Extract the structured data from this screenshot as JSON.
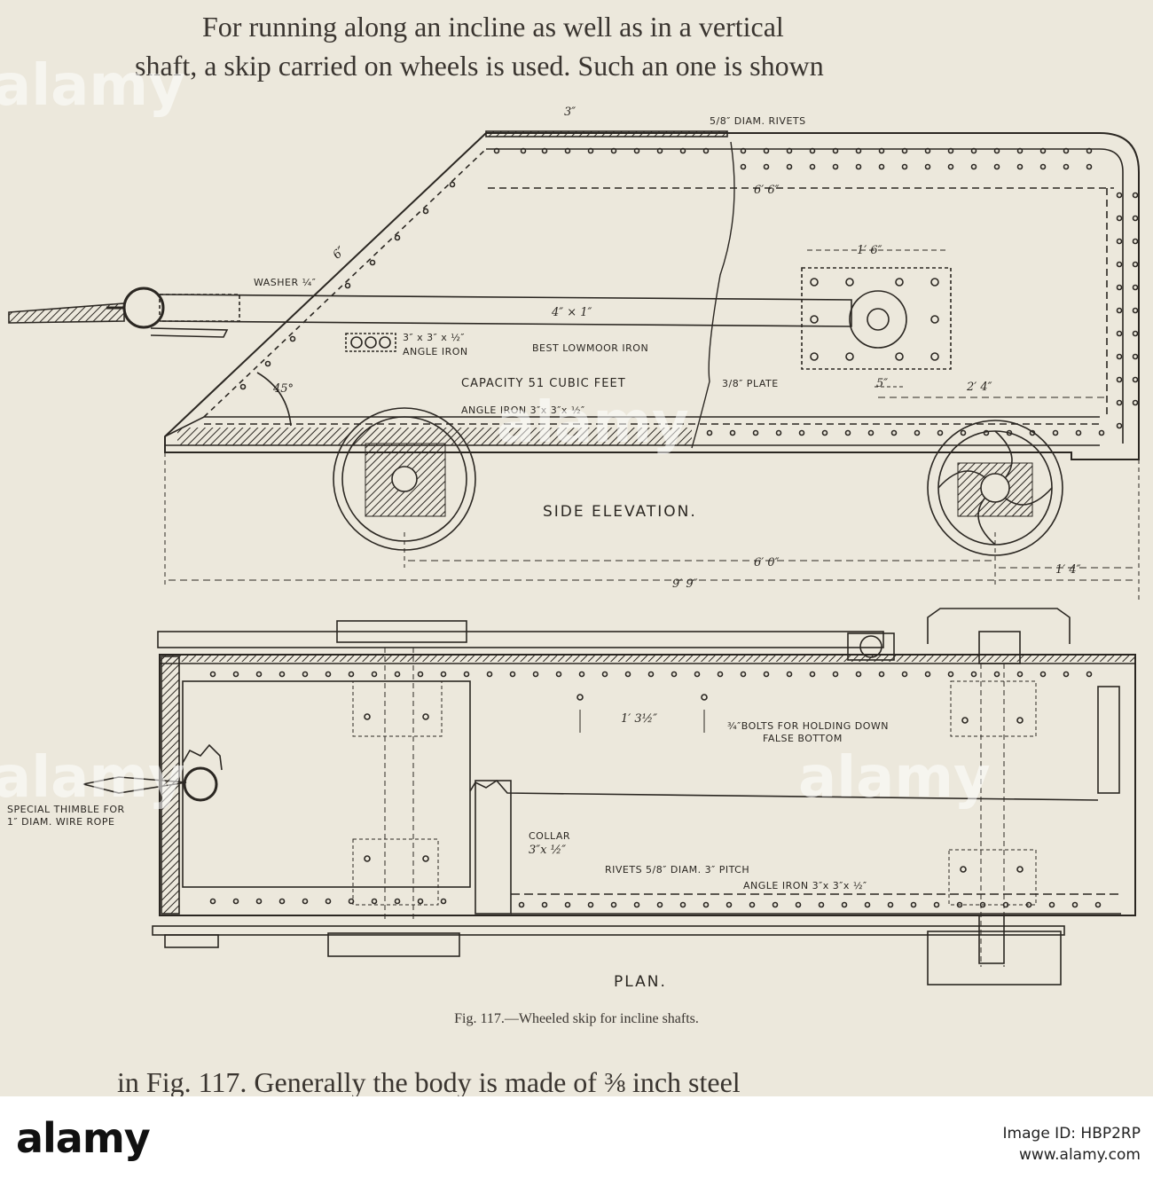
{
  "text": {
    "line1": "For running along an incline as well as in a vertical",
    "line2": "shaft, a skip carried on wheels is used.  Such an one is shown",
    "line3": "in Fig. 117.  Generally the body is made of ⅜ inch steel",
    "caption": "Fig. 117.—Wheeled skip for incline shafts."
  },
  "side_elevation": {
    "title": "SIDE ELEVATION.",
    "labels": {
      "rivets": "5/8″ DIAM. RIVETS",
      "pitch": "3″",
      "len_66": "6′ 6″",
      "len_16": "1′ 6″",
      "washer": "WASHER ¼″",
      "six": "6″",
      "bar": "4″ × 1″",
      "angle_iron_a": "3″ x 3″ x ½″",
      "angle_iron_b": "ANGLE IRON",
      "lowmoor": "BEST LOWMOOR IRON",
      "capacity": "CAPACITY 51 CUBIC FEET",
      "plate": "3/8″ PLATE",
      "five": "5″",
      "len_24": "2′ 4″",
      "angle_bottom": "ANGLE IRON   3″x 3″x ½″",
      "deg45": "45°",
      "len_60": "6′ 0″",
      "len_14": "1′ 4″",
      "len_99": "9′ 9″"
    }
  },
  "plan": {
    "title": "PLAN.",
    "labels": {
      "bolt_spacing": "1′ 3½″",
      "bolts_a": "¾″BOLTS FOR HOLDING DOWN",
      "bolts_b": "FALSE BOTTOM",
      "thimble_a": "SPECIAL THIMBLE FOR",
      "thimble_b": "1″ DIAM. WIRE ROPE",
      "collar_a": "COLLAR",
      "collar_b": "3″x ½″",
      "rivets": "RIVETS 5/8″ DIAM.  3″ PITCH",
      "angle": "ANGLE IRON   3″x 3″x ½″"
    }
  },
  "watermark": {
    "brand": "alamy",
    "image_id": "HBP2RP",
    "ref_lines": [
      "Image ID: HBP2RP",
      "www.alamy.com"
    ]
  }
}
